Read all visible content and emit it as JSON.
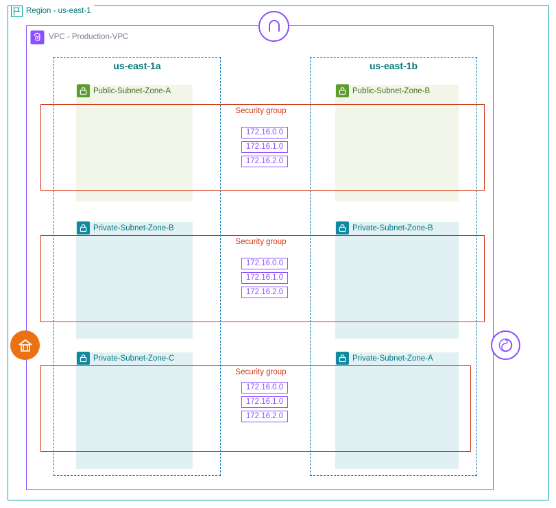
{
  "region": {
    "label": "Region - us-east-1",
    "icon": "region-icon",
    "color": "#00a4a6"
  },
  "vpc": {
    "label": "VPC - Production-VPC",
    "icon": "vpc-icon",
    "color": "#8c4fff"
  },
  "gateways": [
    {
      "name": "internet-gateway-icon",
      "glyph": "∩",
      "color": "#8c4fff"
    },
    {
      "name": "nat-gateway-icon",
      "glyph": "⌂",
      "color": "#ec7211"
    },
    {
      "name": "vpc-endpoint-icon",
      "glyph": "◎",
      "color": "#8c4fff"
    }
  ],
  "availability_zones": [
    {
      "name": "us-east-1a"
    },
    {
      "name": "us-east-1b"
    }
  ],
  "subnets": [
    {
      "name": "Public-Subnet-Zone-A",
      "type": "public",
      "az": "us-east-1a",
      "row": 0
    },
    {
      "name": "Public-Subnet-Zone-B",
      "type": "public",
      "az": "us-east-1b",
      "row": 0
    },
    {
      "name": "Private-Subnet-Zone-B",
      "type": "private",
      "az": "us-east-1a",
      "row": 1
    },
    {
      "name": "Private-Subnet-Zone-B",
      "type": "private",
      "az": "us-east-1b",
      "row": 1
    },
    {
      "name": "Private-Subnet-Zone-C",
      "type": "private",
      "az": "us-east-1a",
      "row": 2
    },
    {
      "name": "Private-Subnet-Zone-A",
      "type": "private",
      "az": "us-east-1b",
      "row": 2
    }
  ],
  "security_groups": [
    {
      "title": "Security group",
      "cidrs": [
        "172.16.0.0",
        "172.16.1.0",
        "172.16.2.0"
      ]
    },
    {
      "title": "Security group",
      "cidrs": [
        "172.16.0.0",
        "172.16.1.0",
        "172.16.2.0"
      ]
    },
    {
      "title": "Security group",
      "cidrs": [
        "172.16.0.0",
        "172.16.1.0",
        "172.16.2.0"
      ]
    }
  ],
  "colors": {
    "region": "#00a4a6",
    "vpc": "#8c4fff",
    "az": "#0073bb",
    "security_group": "#d13212",
    "public_subnet": "#5f9b2e",
    "private_subnet": "#11889e",
    "nat": "#ec7211"
  }
}
